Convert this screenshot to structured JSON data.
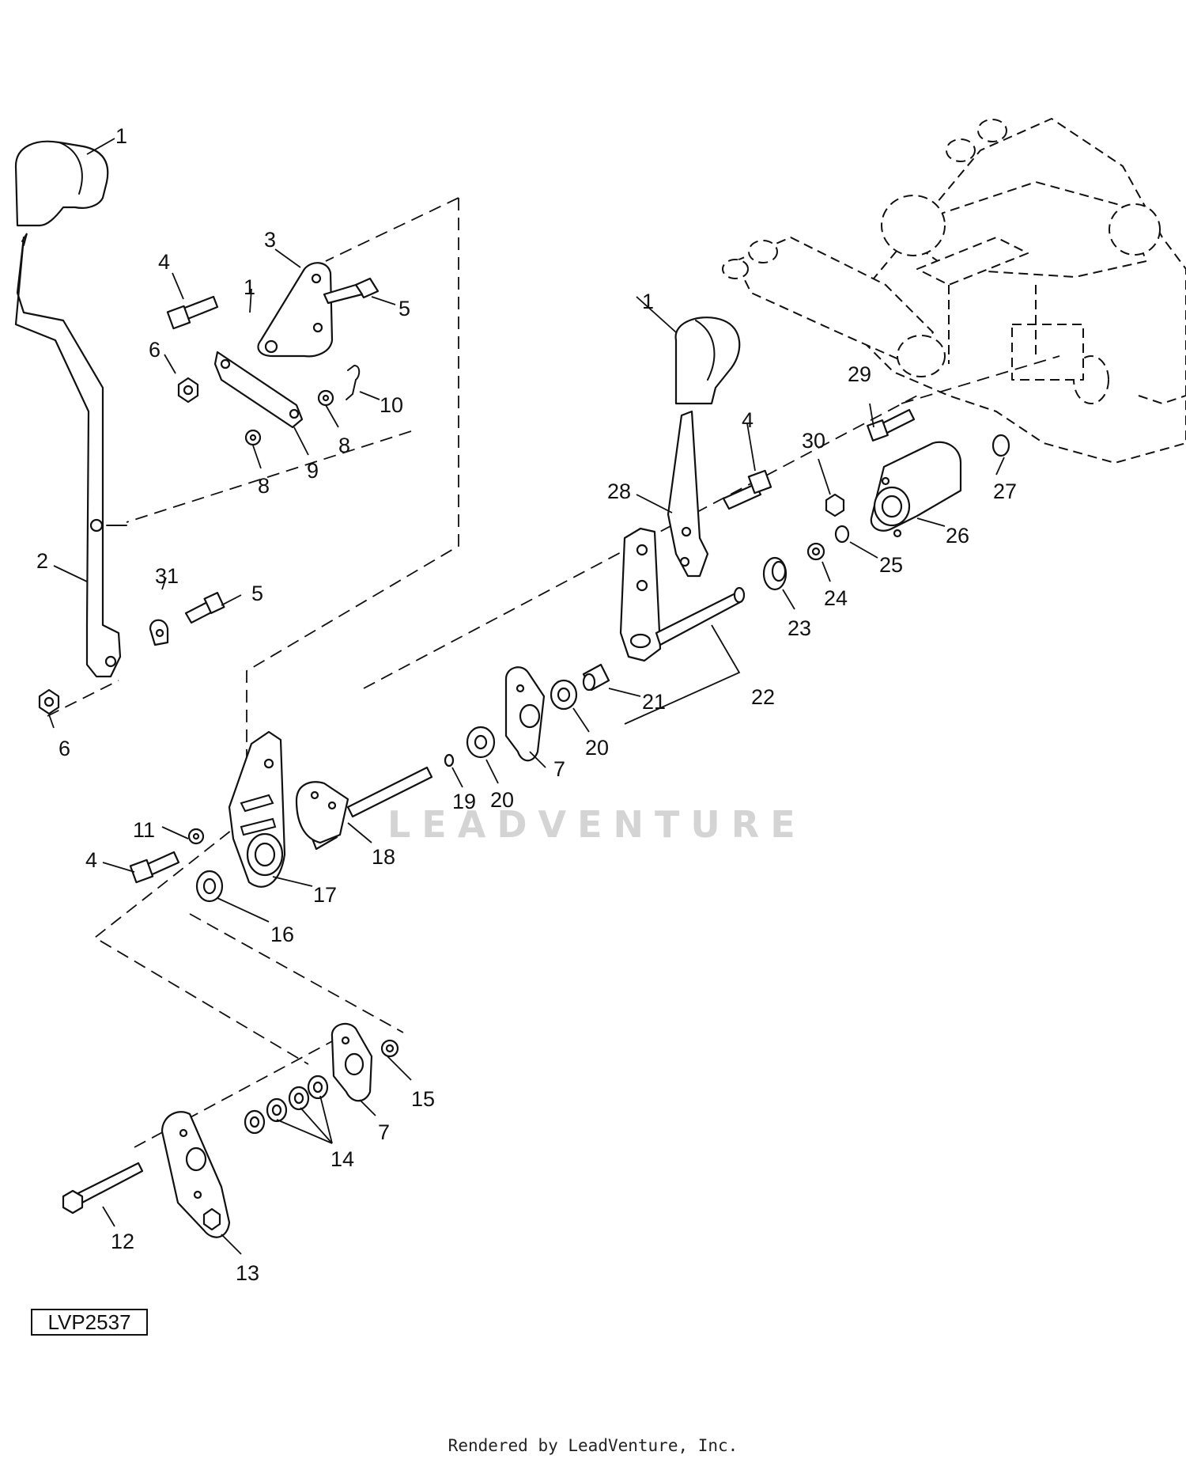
{
  "diagram": {
    "code": "LVP2537",
    "watermark": "LEADVENTURE",
    "footer": "Rendered by LeadVenture, Inc.",
    "callouts": [
      "1",
      "2",
      "3",
      "4",
      "5",
      "6",
      "7",
      "8",
      "9",
      "10",
      "11",
      "12",
      "13",
      "14",
      "15",
      "16",
      "17",
      "18",
      "19",
      "20",
      "21",
      "22",
      "23",
      "24",
      "25",
      "26",
      "27",
      "28",
      "29",
      "30",
      "31"
    ],
    "callout_instances": {
      "c1a": "1",
      "c1b": "1",
      "c1c": "1",
      "c2": "2",
      "c3": "3",
      "c4a": "4",
      "c4b": "4",
      "c4c": "4",
      "c5a": "5",
      "c5b": "5",
      "c6a": "6",
      "c6b": "6",
      "c7a": "7",
      "c7b": "7",
      "c8a": "8",
      "c8b": "8",
      "c9": "9",
      "c10": "10",
      "c11": "11",
      "c12": "12",
      "c13": "13",
      "c14": "14",
      "c15": "15",
      "c16": "16",
      "c17": "17",
      "c18": "18",
      "c19": "19",
      "c20a": "20",
      "c20b": "20",
      "c21": "21",
      "c22": "22",
      "c23": "23",
      "c24": "24",
      "c25": "25",
      "c26": "26",
      "c27": "27",
      "c28": "28",
      "c29": "29",
      "c30": "30",
      "c31": "31"
    }
  }
}
